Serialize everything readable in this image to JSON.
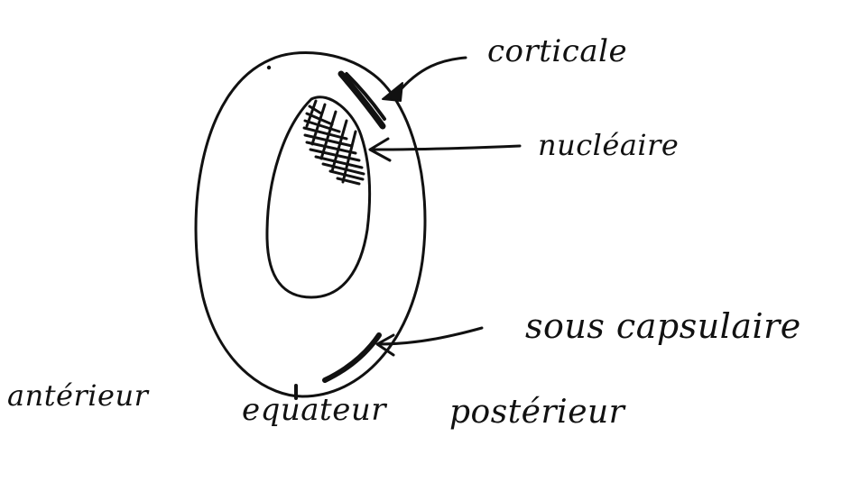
{
  "labels": {
    "corticale": "corticale",
    "nucleaire": "nucléaire",
    "sous_capsulaire": "sous capsulaire",
    "anterieur": "antérieur",
    "equateur": "equateur",
    "posterieur": "postérieur"
  },
  "colors": {
    "ink": "#111111",
    "background": "#ffffff"
  }
}
